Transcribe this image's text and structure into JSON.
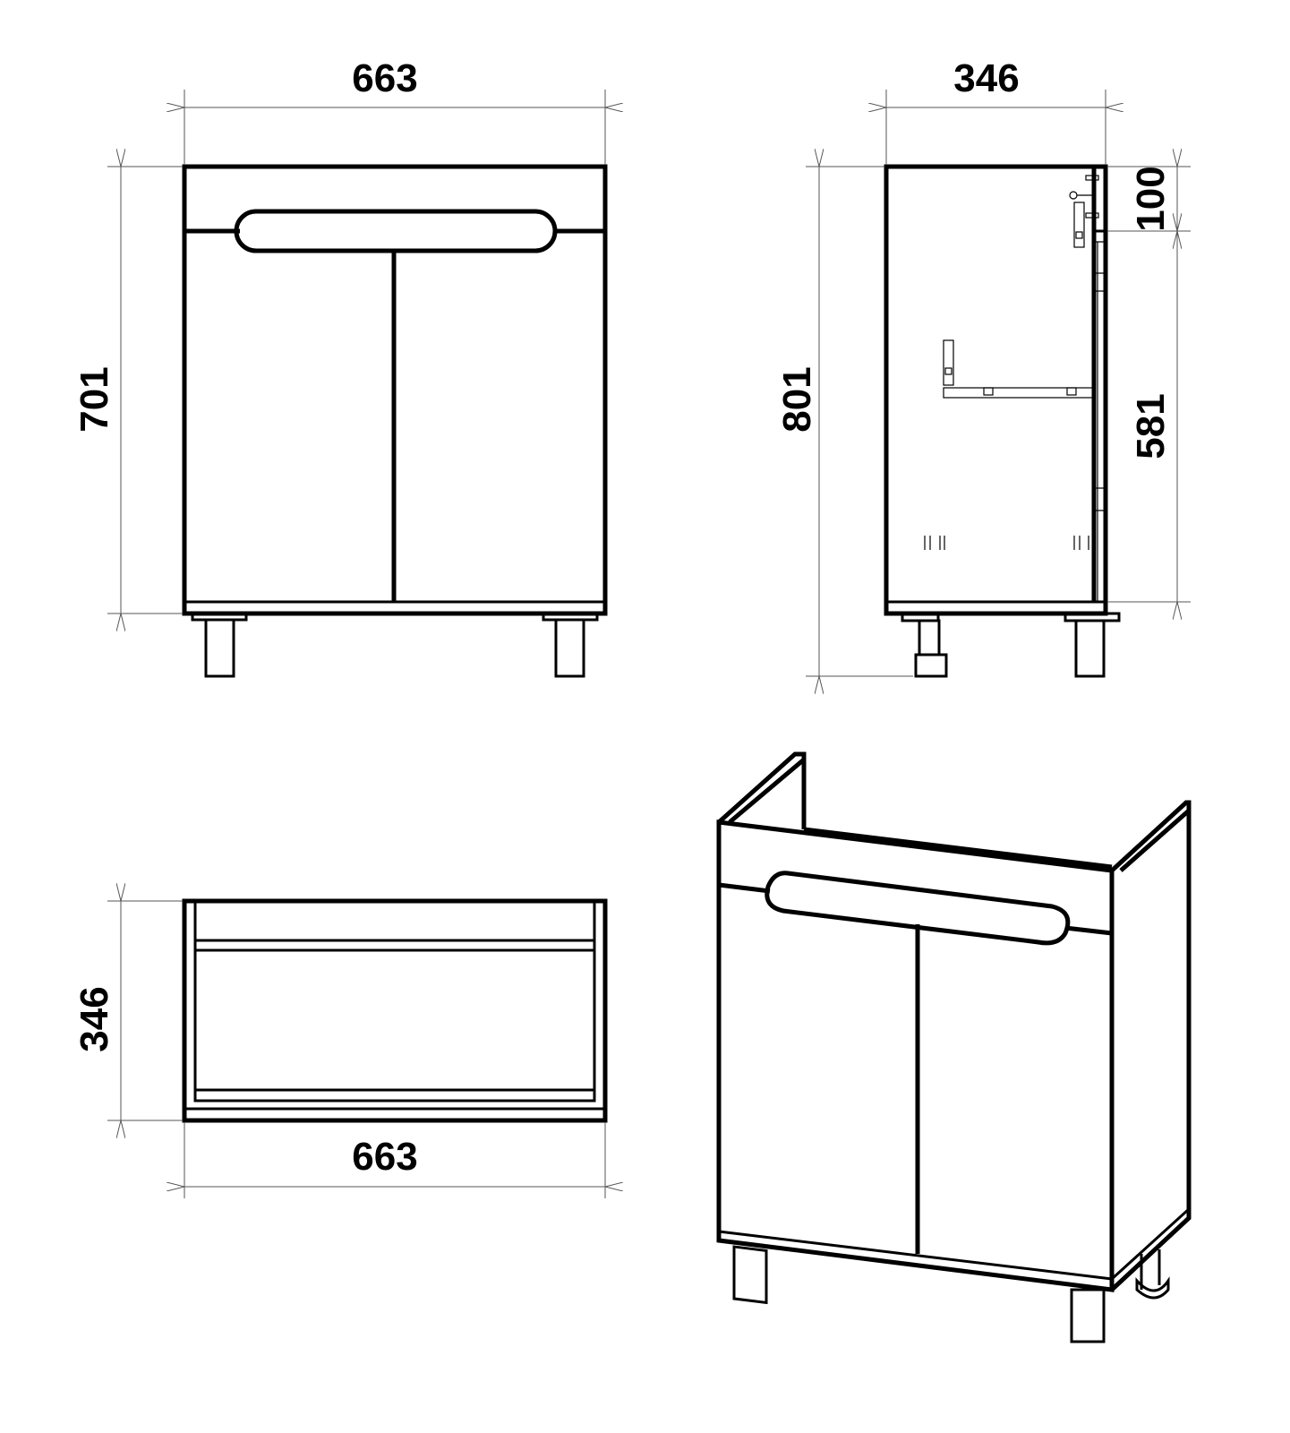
{
  "drawing": {
    "front_view": {
      "width_label": "663",
      "height_label": "701"
    },
    "side_view": {
      "depth_label": "346",
      "total_height_label": "801",
      "top_rail_label": "100",
      "door_height_label": "581"
    },
    "top_view": {
      "depth_label": "346",
      "width_label": "663"
    },
    "colors": {
      "line": "#000000",
      "background": "#ffffff"
    }
  }
}
